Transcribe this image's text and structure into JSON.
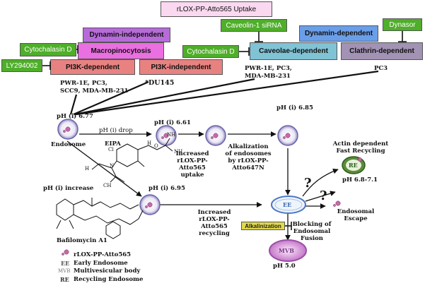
{
  "boxes": {
    "uptake": "rLOX-PP-Atto565 Uptake",
    "dyn_indep": "Dynamin-independent",
    "cyto_d_left": "Cytochalasin D",
    "macro": "Macropinocytosis",
    "ly": "LY294002",
    "pi3k_dep": "PI3K-dependent",
    "pi3k_indep": "PI3K-independent",
    "cav_sirna": "Caveolin-1 siRNA",
    "cyto_d_right": "Cytochalasin D",
    "caveolae": "Caveolae-dependent",
    "dyn_dep": "Dynamin-dependent",
    "dynasor": "Dynasor",
    "clathrin": "Clathrin-dependent",
    "alkalinization": "Alkalinization"
  },
  "labels": {
    "cells_pi3k_1": "PWR-1E, PC3,",
    "cells_pi3k_2": "SCC9, MDA-MB-231",
    "du145": "*DU145",
    "cells_cav_1": "PWR-1E, PC3,",
    "cells_cav_2": "MDA-MB-231",
    "pc3": "PC3",
    "ph677": "pH (i) 6.77",
    "endosome": "Endosome",
    "ph_drop": "pH (i) drop",
    "eipa": "EIPA",
    "ph661": "pH (i) 6.61",
    "inc_uptake_1": "Increased",
    "inc_uptake_2": "rLOX-PP-",
    "inc_uptake_3": "Atto565",
    "inc_uptake_4": "uptake",
    "alk_1": "Alkalization",
    "alk_2": "of endosomes",
    "alk_3": "by rLOX-PP-",
    "alk_4": "Atto647N",
    "ph685": "pH (i) 6.85",
    "actin_1": "Actin dependent",
    "actin_2": "Fast Recycling",
    "ph_range": "pH 6.8-7.1",
    "ph_increase": "pH (i) increase",
    "ph695": "pH (i) 6.95",
    "bafilomycin": "Bafilomycin A1",
    "inc_rec_1": "Increased",
    "inc_rec_2": "rLOX-PP-",
    "inc_rec_3": "Atto565",
    "inc_rec_4": "recycling",
    "escape_1": "Endosomal",
    "escape_2": "Escape",
    "block_1": "Blocking of",
    "block_2": "Endosomal",
    "block_3": "Fusion",
    "ph50": "pH 5.0",
    "q1": "?",
    "q2": "?",
    "ee": "EE",
    "re": "RE",
    "mvb": "MVB",
    "chem_nh2a": "NH",
    "chem_nh2b": "NH",
    "chem_cl": "Cl",
    "chem_n": "N",
    "chem_h": "H",
    "chem_o": "O",
    "chem_h3c": "H",
    "chem_ch3": "CH"
  },
  "legend": [
    {
      "symbol": "",
      "text": "rLOX-PP-Atto565"
    },
    {
      "symbol": "EE",
      "text": "Early Endosome"
    },
    {
      "symbol": "MVB",
      "text": "Multivesicular body"
    },
    {
      "symbol": "RE",
      "text": "Recycling Endosome"
    }
  ],
  "colors": {
    "green": "#4fae2a",
    "magenta": "#ea6fe0",
    "purple": "#b76bd9",
    "salmon": "#e88281",
    "teal": "#80c3d5",
    "blue": "#6b9ee8",
    "grayPurple": "#a292b4",
    "pink": "#f9d8f0",
    "yellow": "#e1d84b"
  }
}
